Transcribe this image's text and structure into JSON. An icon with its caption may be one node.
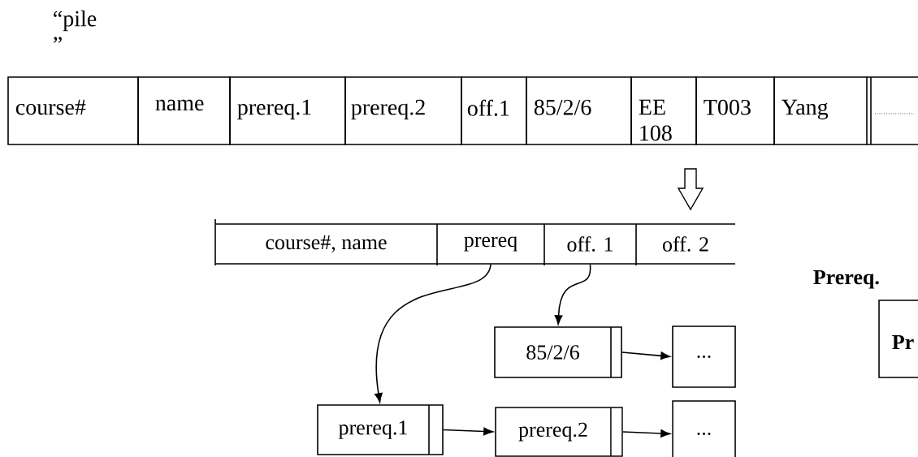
{
  "diagram": {
    "nodes": [
      {
        "text": [
          "course#, name"
        ]
      },
      {
        "text": [
          "prereq"
        ]
      },
      {
        "text": [
          "off. 1"
        ]
      },
      {
        "text": [
          "off. 2"
        ]
      },
      {
        "text": [
          "85/2/6"
        ]
      },
      {
        "text": [
          "..."
        ]
      },
      {
        "text": [
          "prereq.1"
        ]
      },
      {
        "text": [
          "prereq.2"
        ]
      },
      {
        "text": [
          "..."
        ]
      },
      {
        "text": [
          "Prereq.",
          "Pr"
        ]
      }
    ],
    "edges": [
      {
        "from": 1,
        "to": 6,
        "arrow": "to"
      },
      {
        "from": 2,
        "to": 4,
        "arrow": "to"
      },
      {
        "from": 4,
        "to": 5,
        "arrow": "to"
      },
      {
        "from": 6,
        "to": 7,
        "arrow": "to"
      },
      {
        "from": 7,
        "to": 8,
        "arrow": "to"
      }
    ],
    "labels": [
      "“pile ”",
      "course#",
      "name",
      "prereq.1",
      "prereq.2",
      "off.1",
      "85/2/6",
      "EE 108",
      "T003",
      "Yang"
    ]
  }
}
